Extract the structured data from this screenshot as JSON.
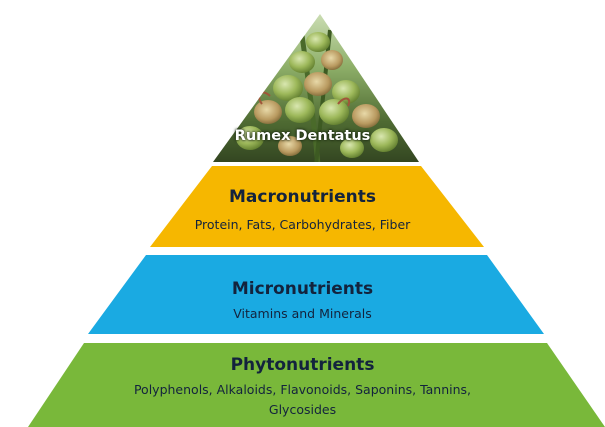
{
  "pyramid": {
    "apex": {
      "label": "Rumex Dentatus",
      "image": "plant-photo"
    },
    "tiers": [
      {
        "title": "Macronutrients",
        "subtitle": "Protein, Fats, Carbohydrates,  Fiber",
        "color": "#F6B700"
      },
      {
        "title": "Micronutrients",
        "subtitle": "Vitamins and Minerals",
        "color": "#1AAAE2"
      },
      {
        "title": "Phytonutrients",
        "subtitle_line1": "Polyphenols, Alkaloids, Flavonoids, Saponins, Tannins,",
        "subtitle_line2": "Glycosides",
        "color": "#79B83A"
      }
    ]
  }
}
